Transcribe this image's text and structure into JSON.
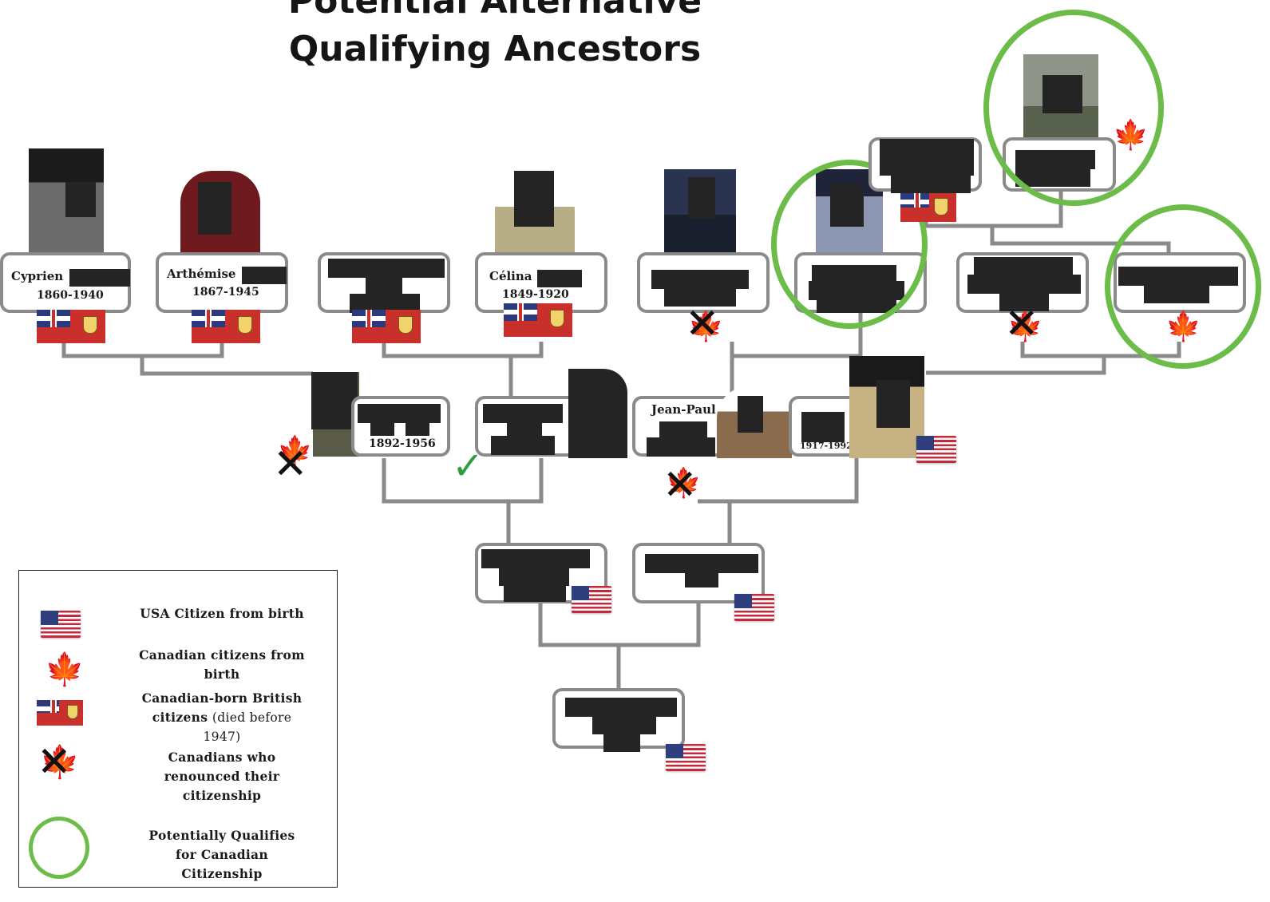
{
  "title": {
    "line1": "Potential Alternative",
    "line2": "Qualifying Ancestors"
  },
  "ancestors": {
    "cyprien": {
      "name": "Cyprien",
      "dates": "1860-1940"
    },
    "arthemise": {
      "name": "Arthémise",
      "dates": "1867-1945"
    },
    "celina": {
      "name": "Célina",
      "dates": "1849-1920"
    },
    "grandparent_a": {
      "dates": "1892-1956"
    },
    "jean_paul": {
      "name": "Jean-Paul"
    },
    "grandparent_d": {
      "dates": "1917-1992"
    }
  },
  "legend": {
    "usa": "USA Citizen from birth",
    "canadian": "Canadian citizens from birth",
    "british_bold": "Canadian-born British citizens",
    "british_light": "(died before 1947)",
    "renounced": "Canadians who renounced their citizenship",
    "qualifies": "Potentially Qualifies for Canadian Citizenship"
  },
  "icons": {
    "usa_flag": "us-flag-icon",
    "maple_leaf": "maple-leaf-icon",
    "red_ensign": "canadian-red-ensign-icon",
    "renounced": "crossed-maple-leaf-icon",
    "qualifies": "green-circle-icon",
    "check": "checkmark-icon"
  },
  "colors": {
    "connector": "#8a8a8a",
    "qualify_ring": "#6cbc4a",
    "maple": "#d52b1e",
    "check": "#2e9e3e",
    "redaction": "#242424"
  }
}
